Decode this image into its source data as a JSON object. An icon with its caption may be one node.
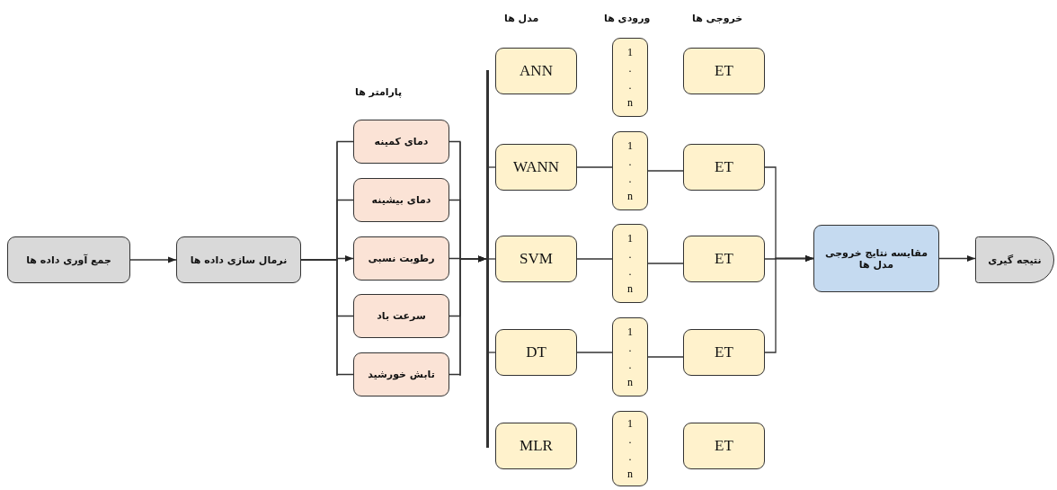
{
  "diagram": {
    "nodes": [
      {
        "text": [
          "جمع آوری داده ها"
        ]
      },
      {
        "text": [
          "نرمال سازی داده ها"
        ]
      },
      {
        "text": [
          "دمای کمینه"
        ]
      },
      {
        "text": [
          "دمای بیشینه"
        ]
      },
      {
        "text": [
          "رطوبت نسبی"
        ]
      },
      {
        "text": [
          "سرعت باد"
        ]
      },
      {
        "text": [
          "تابش خورشید"
        ]
      },
      {
        "text": [
          "ANN"
        ]
      },
      {
        "text": [
          "WANN"
        ]
      },
      {
        "text": [
          "SVM"
        ]
      },
      {
        "text": [
          "DT"
        ]
      },
      {
        "text": [
          "MLR"
        ]
      },
      {
        "text": [
          "1 . . n"
        ]
      },
      {
        "text": [
          "1 . . n"
        ]
      },
      {
        "text": [
          "1 . . n"
        ]
      },
      {
        "text": [
          "1 . . n"
        ]
      },
      {
        "text": [
          "1 . . n"
        ]
      },
      {
        "text": [
          "ET"
        ]
      },
      {
        "text": [
          "ET"
        ]
      },
      {
        "text": [
          "ET"
        ]
      },
      {
        "text": [
          "ET"
        ]
      },
      {
        "text": [
          "ET"
        ]
      },
      {
        "text": [
          "مقایسه نتایج خروجی مدل ها"
        ]
      },
      {
        "text": [
          "نتیجه گیری"
        ]
      },
      {
        "text": [],
        "shape": "bar"
      }
    ],
    "edges": [
      {
        "from": 0,
        "to": 1,
        "arrow": "to"
      },
      {
        "from": 1,
        "to": 2,
        "arrow": "none"
      },
      {
        "from": 1,
        "to": 3,
        "arrow": "none"
      },
      {
        "from": 1,
        "to": 4,
        "arrow": "to"
      },
      {
        "from": 1,
        "to": 5,
        "arrow": "none"
      },
      {
        "from": 1,
        "to": 6,
        "arrow": "none"
      },
      {
        "from": 2,
        "to": 24,
        "arrow": "to"
      },
      {
        "from": 3,
        "to": 24,
        "arrow": "to"
      },
      {
        "from": 4,
        "to": 24,
        "arrow": "to"
      },
      {
        "from": 5,
        "to": 24,
        "arrow": "to"
      },
      {
        "from": 6,
        "to": 24,
        "arrow": "to"
      },
      {
        "from": 24,
        "to": 8,
        "arrow": "none"
      },
      {
        "from": 24,
        "to": 9,
        "arrow": "none"
      },
      {
        "from": 24,
        "to": 10,
        "arrow": "none"
      },
      {
        "from": 8,
        "to": 13,
        "arrow": "none"
      },
      {
        "from": 13,
        "to": 18,
        "arrow": "none"
      },
      {
        "from": 9,
        "to": 14,
        "arrow": "none"
      },
      {
        "from": 14,
        "to": 19,
        "arrow": "none"
      },
      {
        "from": 10,
        "to": 15,
        "arrow": "none"
      },
      {
        "from": 15,
        "to": 20,
        "arrow": "none"
      },
      {
        "from": 18,
        "to": 22,
        "arrow": "to"
      },
      {
        "from": 19,
        "to": 22,
        "arrow": "to"
      },
      {
        "from": 20,
        "to": 22,
        "arrow": "to"
      },
      {
        "from": 22,
        "to": 23,
        "arrow": "to"
      }
    ],
    "labels": [
      "پارامتر ها",
      "مدل ها",
      "ورودی ها",
      "خروجی ها"
    ]
  }
}
